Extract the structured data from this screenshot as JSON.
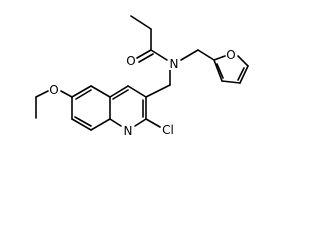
{
  "molecule": {
    "atoms": {
      "carbonyl_oxygen": "O",
      "amide_nitrogen": "N",
      "furan_oxygen": "O",
      "ether_oxygen": "O",
      "quinoline_nitrogen": "N",
      "chlorine": "Cl"
    }
  }
}
